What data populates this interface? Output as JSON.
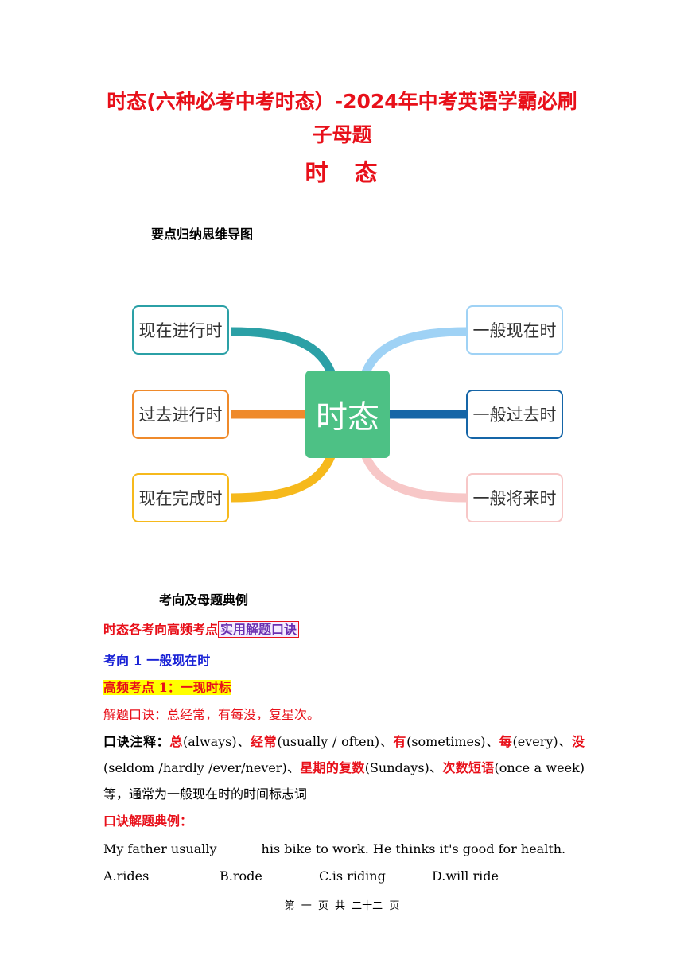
{
  "doc": {
    "title_line1": "时态(六种必考中考时态）-2024年中考英语学霸必刷",
    "title_line2": "子母题",
    "title_line3": "时　态",
    "mindmap_heading": "要点归纳思维导图",
    "examples_heading": "考向及母题典例"
  },
  "mindmap": {
    "center": "时态",
    "nodes": [
      {
        "label": "现在进行时",
        "color": "#2ba0a6"
      },
      {
        "label": "过去进行时",
        "color": "#ef8a2b"
      },
      {
        "label": "现在完成时",
        "color": "#f6b91c"
      },
      {
        "label": "一般现在时",
        "color": "#9fd2f5"
      },
      {
        "label": "一般过去时",
        "color": "#1565a7"
      },
      {
        "label": "一般将来时",
        "color": "#f7c7c7"
      }
    ]
  },
  "section": {
    "high_freq_label": "时态各考向高频考点",
    "tip_box": "实用解题口诀",
    "direction1": "考向 1  一般现在时",
    "point1": "高频考点 1：一现时标",
    "mnemonic": "解题口诀：总经常，有每没，复星次。",
    "note_label": "口诀注释：",
    "note_k1": "总",
    "note_v1": "(always)、",
    "note_k2": "经常",
    "note_v2": "(usually / often)、",
    "note_k3": "有",
    "note_v3": "(sometimes)、",
    "note_k4": "每",
    "note_v4": "(every)、",
    "note_k5": "没",
    "note_v5": "(seldom /hardly /ever/never)、",
    "note_k6": "星期的复数",
    "note_v6": "(Sundays)、",
    "note_k7": "次数短语",
    "note_v7": "(once a week)等，通常为一般现在时的时间标志词",
    "example_label": "口诀解题典例：",
    "question": "My father usually_______his bike to work. He thinks it's good for health.",
    "options": [
      "A.rides",
      "B.rode",
      "C.is riding",
      "D.will ride"
    ]
  },
  "footer": "第 一 页 共 二十二 页"
}
